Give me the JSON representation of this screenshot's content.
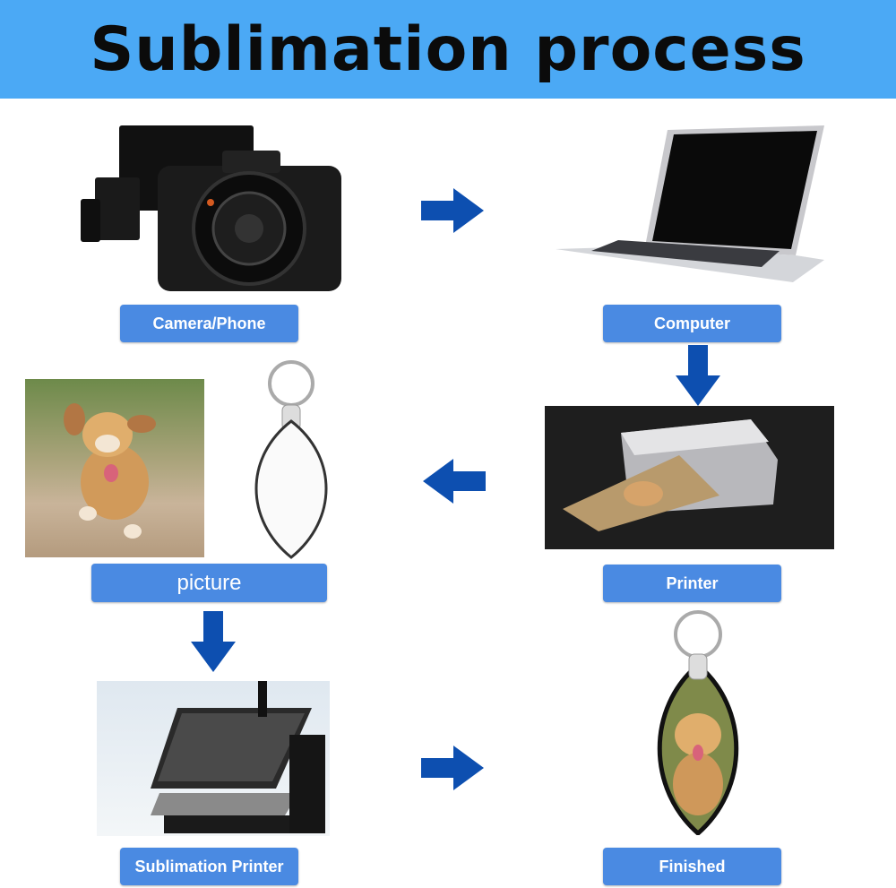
{
  "title": "Sublimation process",
  "steps": {
    "camera": "Camera/Phone",
    "computer": "Computer",
    "printer": "Printer",
    "picture": "picture",
    "heat_press": "Sublimation Printer",
    "finished": "Finished"
  },
  "colors": {
    "header": "#4ba9f5",
    "label": "#4a8ae2",
    "arrow": "#0d4fb0"
  }
}
